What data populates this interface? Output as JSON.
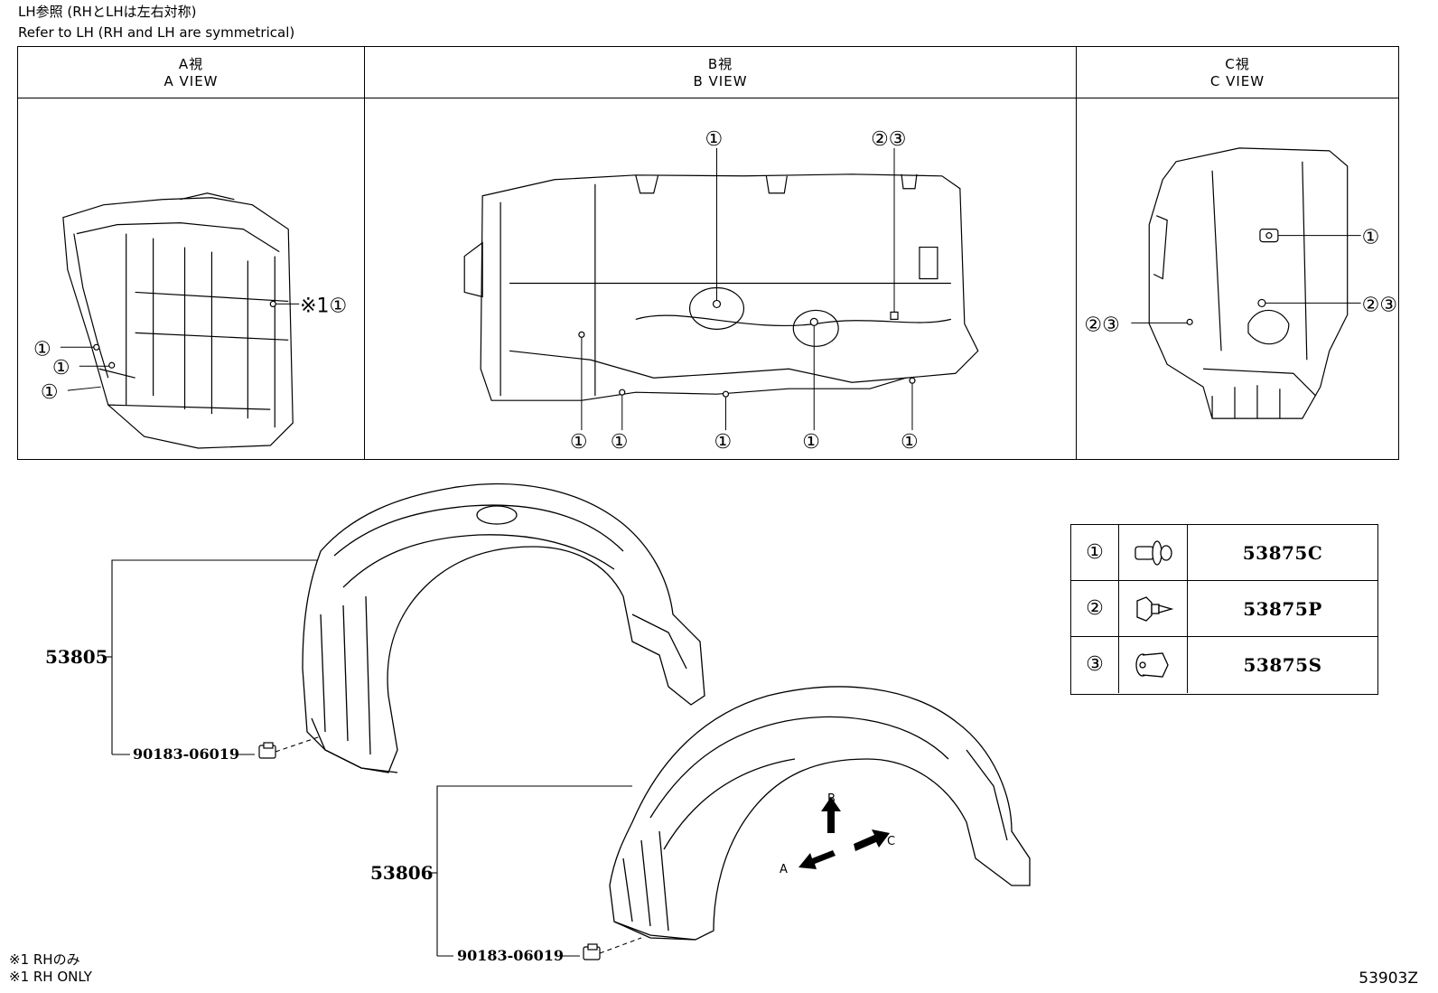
{
  "header": {
    "line_jp": "LH参照 (RHとLHは左右対称)",
    "line_en": "Refer to LH (RH and LH are symmetrical)"
  },
  "views": [
    {
      "jp": "A視",
      "en": "A VIEW"
    },
    {
      "jp": "B視",
      "en": "B VIEW"
    },
    {
      "jp": "C視",
      "en": "C VIEW"
    }
  ],
  "callouts": {
    "one": "①",
    "two_three": "②③",
    "rh_one": "※1①"
  },
  "parts_table": [
    {
      "num": "①",
      "code": "53875C",
      "icon": "push-clip-icon"
    },
    {
      "num": "②",
      "code": "53875P",
      "icon": "screw-grommet-icon"
    },
    {
      "num": "③",
      "code": "53875S",
      "icon": "nut-clip-icon"
    }
  ],
  "parts": {
    "liner_lh": "53805",
    "liner_rh": "53806",
    "nut_upper": "90183-06019",
    "nut_lower": "90183-06019"
  },
  "directions": {
    "a": "A",
    "b": "B",
    "c": "C"
  },
  "footnote": {
    "jp": "※1 RHのみ",
    "en": "※1 RH ONLY"
  },
  "diagram_id": "53903Z"
}
